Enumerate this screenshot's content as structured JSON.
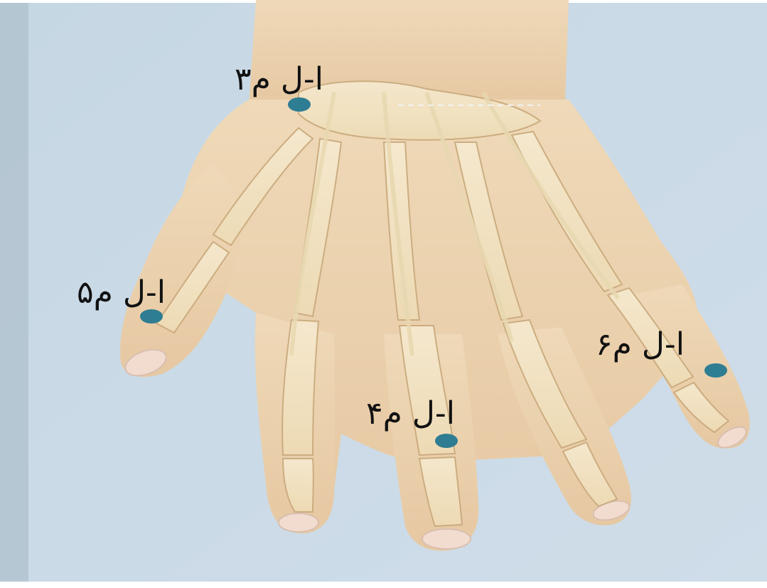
{
  "figure": {
    "background_color": "#c9d9e6",
    "skin_color": "#ecd2ad",
    "bone_color": "#f3e6c2",
    "point_color": "#2e7d93"
  },
  "acupoints": [
    {
      "id": "point-3",
      "label": "ا-ل م۳"
    },
    {
      "id": "point-5",
      "label": "ا-ل م۵"
    },
    {
      "id": "point-4",
      "label": "ا-ل م۴"
    },
    {
      "id": "point-6",
      "label": "ا-ل م۶"
    }
  ]
}
